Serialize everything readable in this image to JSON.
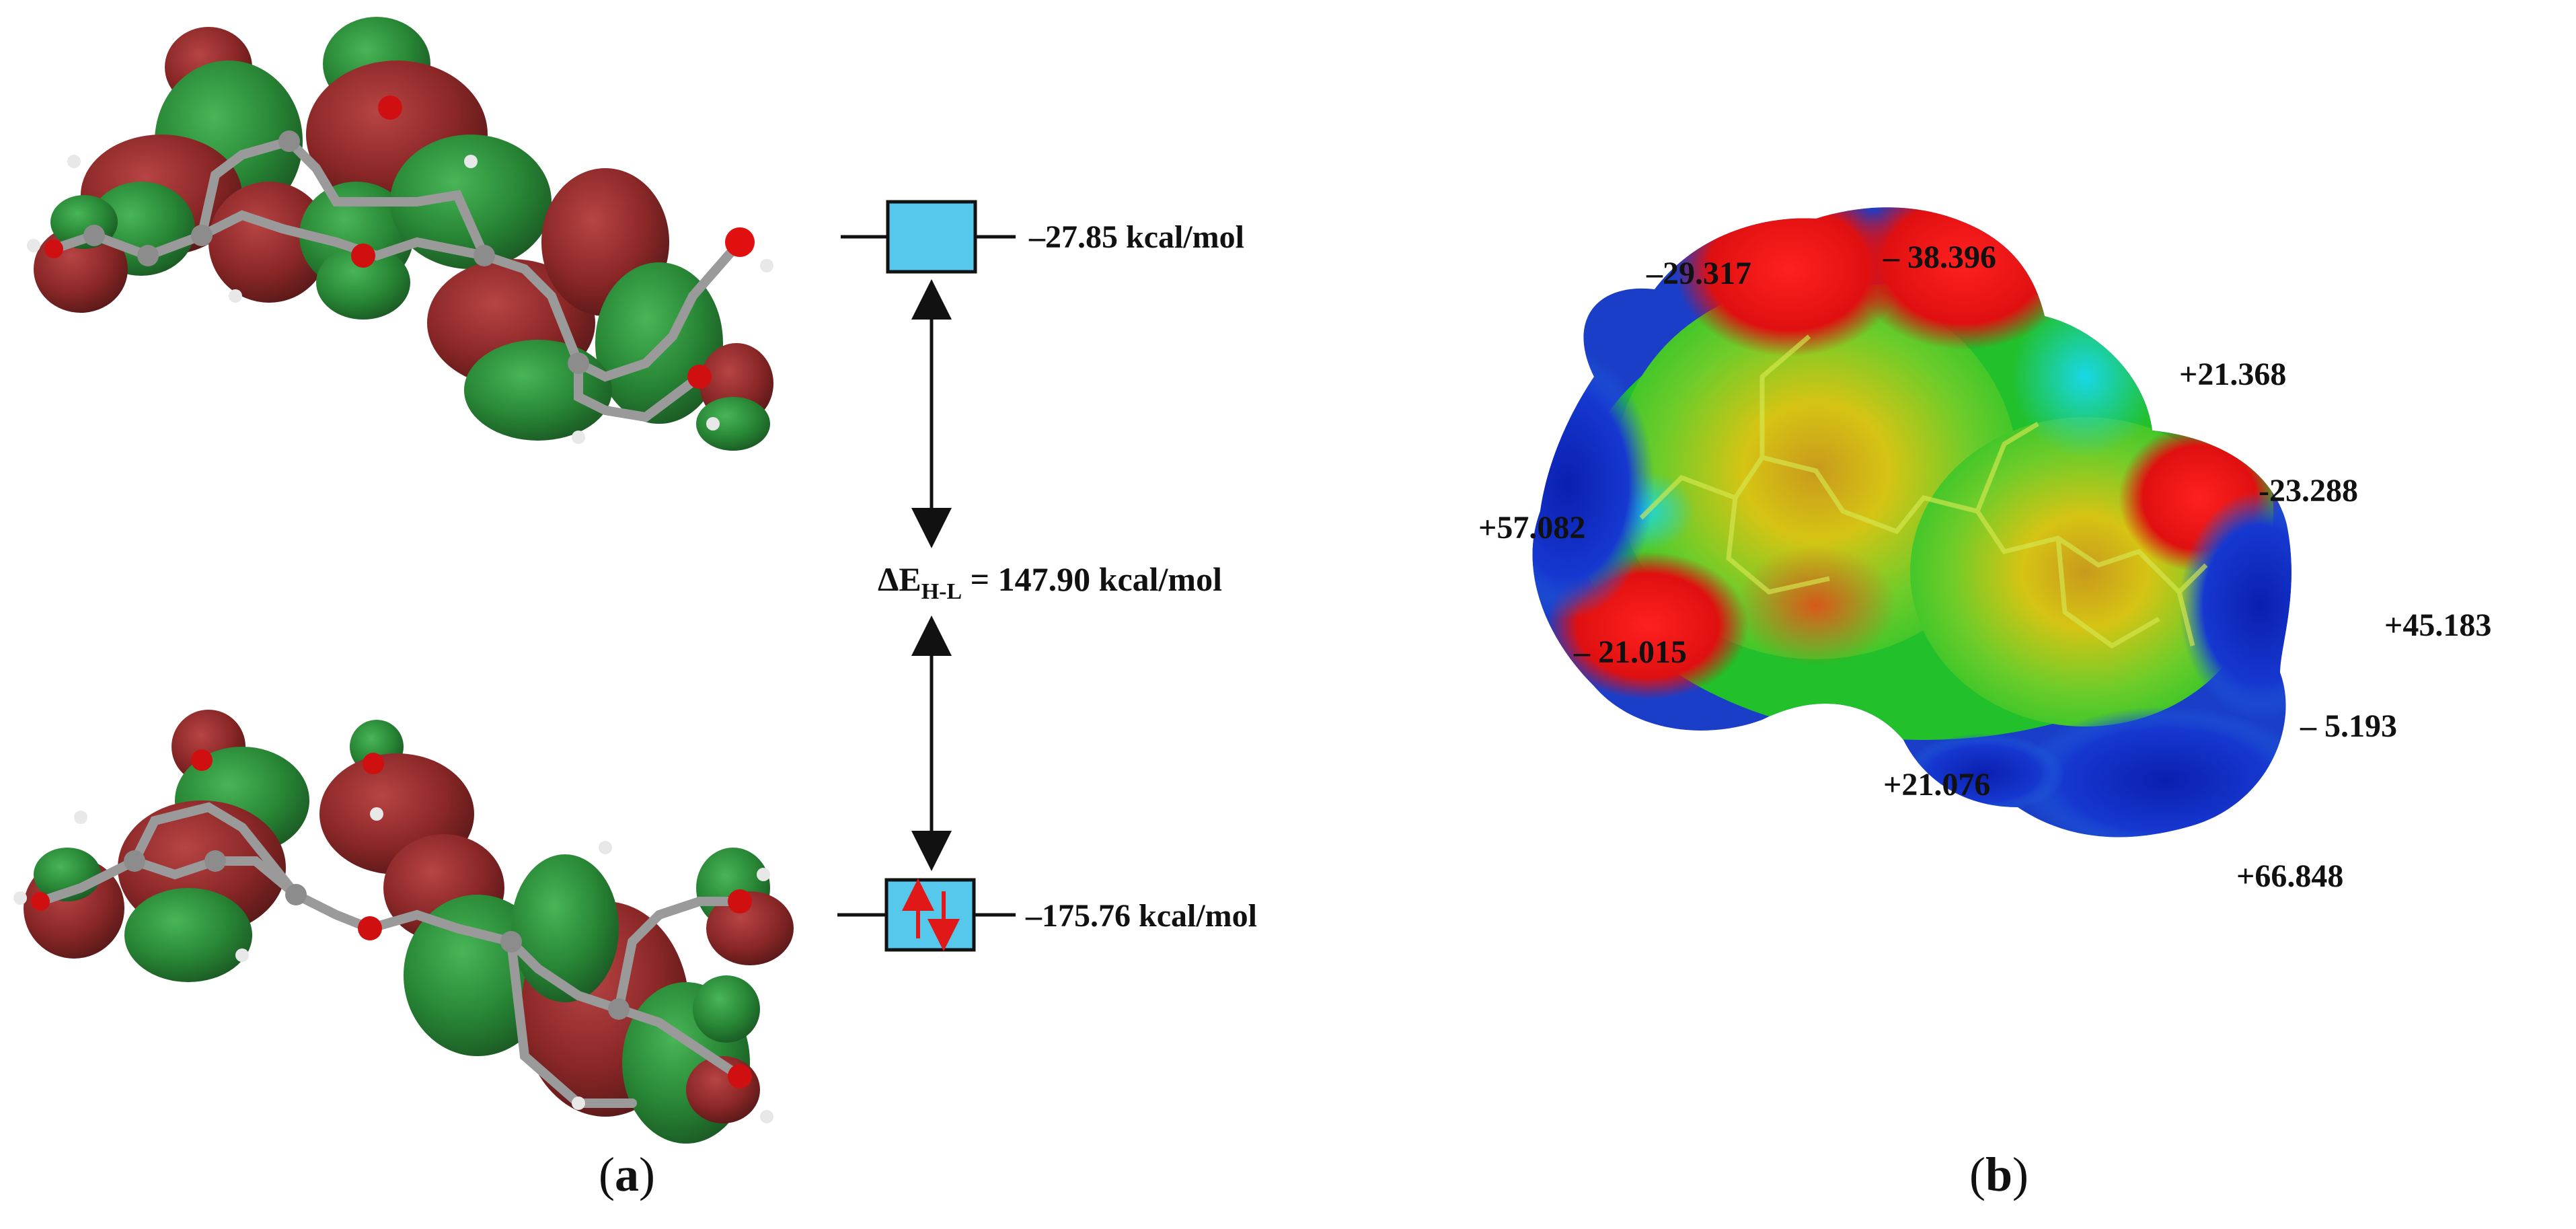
{
  "panel_a": {
    "caption_letter": "a",
    "lumo_energy": "–27.85 kcal/mol",
    "homo_energy": "–175.76 kcal/mol",
    "gap_prefix": "ΔE",
    "gap_subscript": "H-L",
    "gap_value": " = 147.90 kcal/mol",
    "lobe_colors": {
      "positive": "#1e8a2c",
      "negative": "#8b1a1a"
    }
  },
  "panel_b": {
    "caption_letter": "b",
    "esp_labels": {
      "top_left": "–29.317",
      "top_center": "– 38.396",
      "upper_right": "+21.368",
      "right_o": "-23.288",
      "left": "+57.082",
      "far_right": "+45.183",
      "lower_left_o": "– 21.015",
      "lower_right_n": "– 5.193",
      "bottom_center": "+21.076",
      "bottom_right": "+66.848"
    },
    "colors": {
      "negative": "#e01010",
      "neutral": "#22c02a",
      "positive": "#1030c8"
    }
  }
}
